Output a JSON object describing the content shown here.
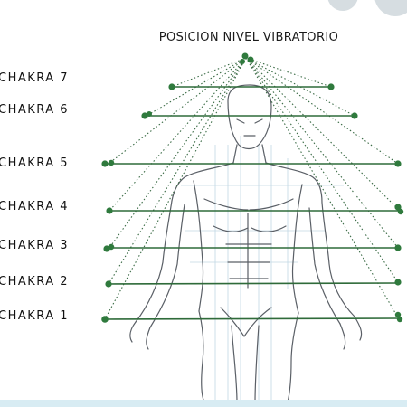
{
  "title": "POSICION NIVEL VIBRATORIO",
  "chakras": [
    {
      "label": "CHAKRA  7"
    },
    {
      "label": "CHAKRA  6"
    },
    {
      "label": "CHAKRA  5"
    },
    {
      "label": "CHAKRA  4"
    },
    {
      "label": "CHAKRA  3"
    },
    {
      "label": "CHAKRA 2"
    },
    {
      "label": "CHAKRA  1"
    }
  ],
  "colors": {
    "line": "#2f6b3a",
    "dot": "#2f7a3d",
    "dotted": "#3a6b45",
    "figure": "#5a5f66",
    "grid": "#8fb6cc"
  }
}
